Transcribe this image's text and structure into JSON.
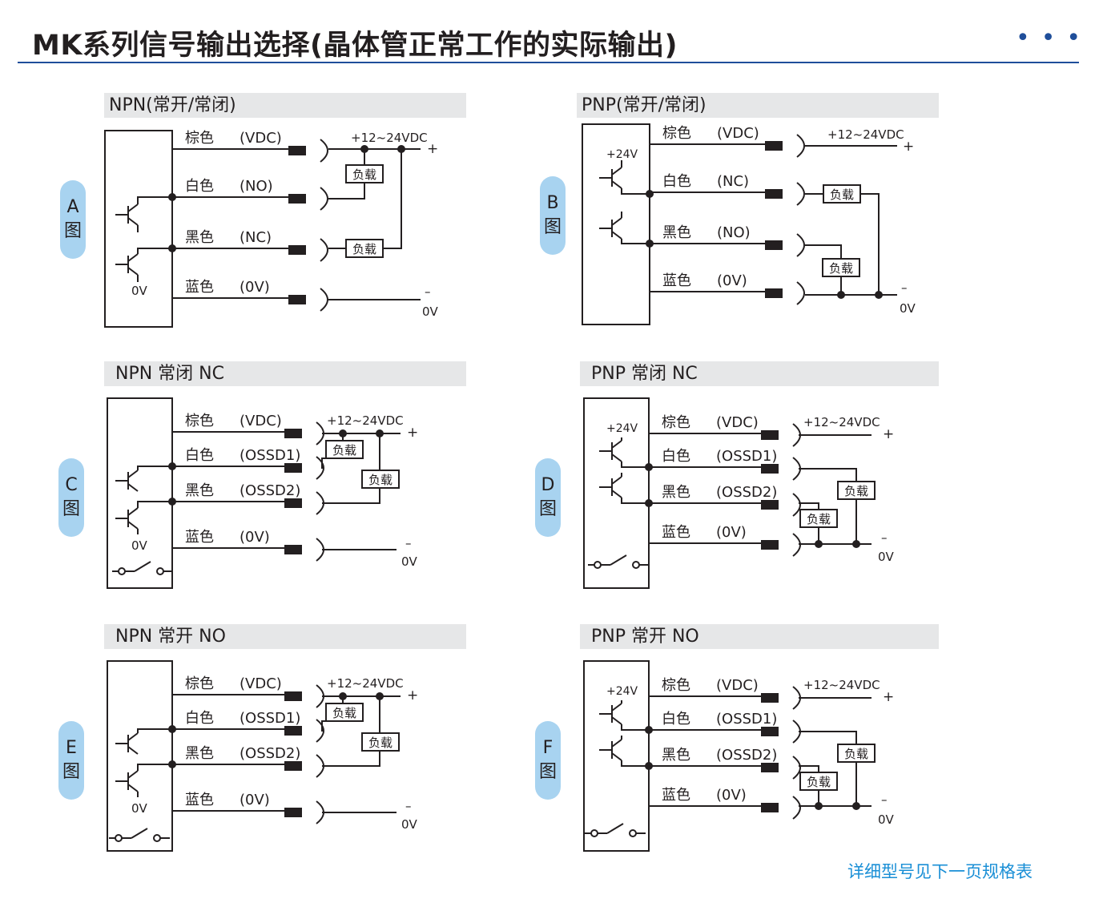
{
  "page": {
    "title": "MK系列信号输出选择(晶体管正常工作的实际输出)",
    "footer": "详细型号见下一页规格表"
  },
  "colors": {
    "rule": "#1f4e9a",
    "pill": "#a8d3f0",
    "footer": "#1a8fd6",
    "header_bg": "#e6e7e8"
  },
  "common": {
    "load": "负载",
    "supply": "+12~24VDC",
    "plus": "+",
    "minus": "–",
    "zero_v": "0V",
    "plus24": "+24V",
    "fig": "图",
    "wires": {
      "brown": "棕色",
      "white": "白色",
      "black": "黑色",
      "blue": "蓝色"
    },
    "signals": {
      "vdc": "(VDC)",
      "no": "(NO)",
      "nc": "(NC)",
      "ov": "(0V)",
      "ossd1": "(OSSD1)",
      "ossd2": "(OSSD2)"
    }
  },
  "sections": {
    "a": {
      "title": "NPN(常开/常闭)",
      "letter": "A"
    },
    "b": {
      "title": "PNP(常开/常闭)",
      "letter": "B"
    },
    "c": {
      "title": "NPN 常闭 NC",
      "letter": "C"
    },
    "d": {
      "title": "PNP 常闭 NC",
      "letter": "D"
    },
    "e": {
      "title": "NPN 常开 NO",
      "letter": "E"
    },
    "f": {
      "title": "PNP 常开 NO",
      "letter": "F"
    }
  }
}
